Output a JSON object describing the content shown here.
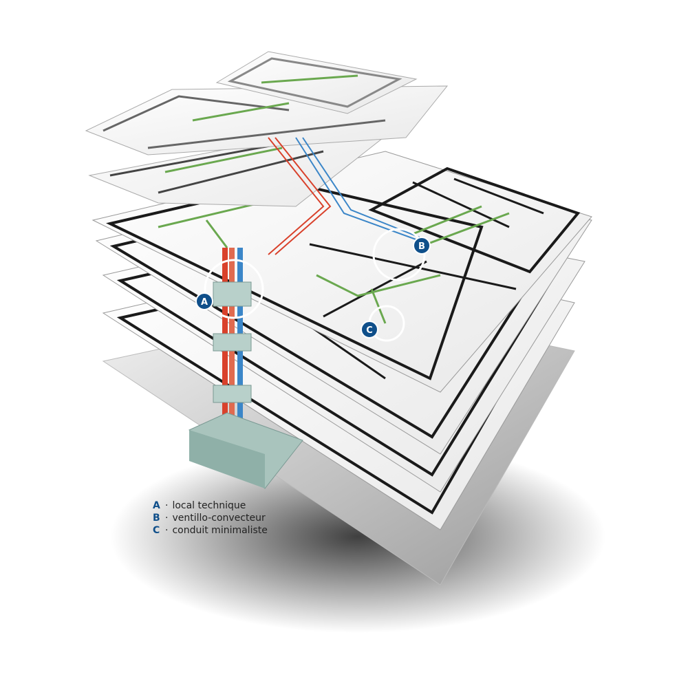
{
  "diagram": {
    "type": "exploded-building-floor-plan",
    "colors": {
      "hot_pipe": "#d9412b",
      "cold_pipe": "#3b86c8",
      "duct": "#6aa84f",
      "badge": "#0f4f8a",
      "wall": "#1a1a1a",
      "column": "#a9c4bd"
    },
    "floors": 7
  },
  "badges": [
    {
      "key": "A"
    },
    {
      "key": "B"
    },
    {
      "key": "C"
    }
  ],
  "legend": [
    {
      "key": "A",
      "sep": "·",
      "label": "local technique"
    },
    {
      "key": "B",
      "sep": "·",
      "label": "ventillo-convecteur"
    },
    {
      "key": "C",
      "sep": "·",
      "label": "conduit minimaliste"
    }
  ]
}
